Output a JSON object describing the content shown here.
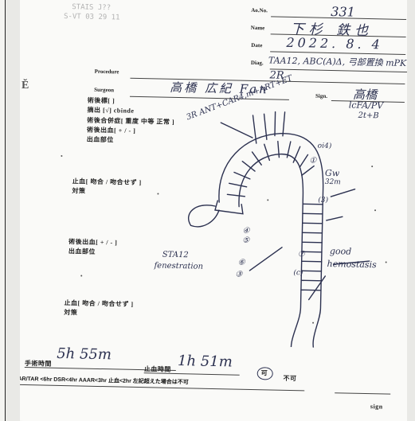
{
  "header": {
    "faint_lines": [
      "STAIS J??",
      "S-VT 03 29 11"
    ],
    "ano_label": "Ao.No.",
    "ano_value": "331",
    "name_label": "Name",
    "name_value": "下杉 鉄也",
    "date_label": "Date",
    "date_value": "2022. 8. 4",
    "diag_label": "Diag.",
    "diag_value": "TAA12, ABC(A)Δ, 弓部置換 mPK",
    "procedure_label": "Procedure",
    "procedure_value": "2R",
    "surgeon_label": "Surgeon",
    "surgeon_value": "高橋 広紀 Fan",
    "sign_label": "Sign.",
    "sign_value": "高橋"
  },
  "form_left": {
    "items": [
      {
        "label": "術後標[ ]"
      },
      {
        "label": "摘出 [√] cbinde"
      },
      {
        "label": "術後合併症[ 重度 中等 正常 ]"
      },
      {
        "label": "術後出血[ + / - ]"
      },
      {
        "label": "出血部位"
      }
    ],
    "control_1": "止血[ 吻合 / 吻合せず ]",
    "control_1_sub": "対策",
    "bleeding_2": "術後出血[ + / - ]",
    "bleeding_2_sub": "出血部位",
    "control_3": "止血[ 吻合 / 吻合せず ]",
    "control_3_sub": "対策"
  },
  "diagram_labels": {
    "branch_note": "3R ANT+CAR4,m+ART+ET",
    "ica_pv": "lcFA/PV",
    "hb": "2t+B",
    "label_1": "oi4)",
    "circle_2": "①",
    "gw": "Gw",
    "zen": "32m",
    "label_3": "(3)",
    "circle_4": "④",
    "circle_5": "⑤",
    "circle_6": "⑥",
    "circle_7": "⑦",
    "circle_8": "③",
    "label_c": "(c)",
    "stab": "STA12",
    "fen": "fenestration",
    "good": "good",
    "hemo": "hemostasis"
  },
  "footer": {
    "time_label_1": "手術時間",
    "time_value_1": "5h 55m",
    "time_label_2": "止血時間",
    "time_value_2": "1h 51m",
    "ok_mark": "可",
    "not_ok": "不可",
    "criteria": "AR/TAR <6hr  DSR<4hr  AAAR<3hr  止血<2hr  左記超えた場合は不可",
    "sign": "sign"
  },
  "colors": {
    "ink": "#2c3150",
    "print": "#222222",
    "paper": "#fafaf8"
  }
}
